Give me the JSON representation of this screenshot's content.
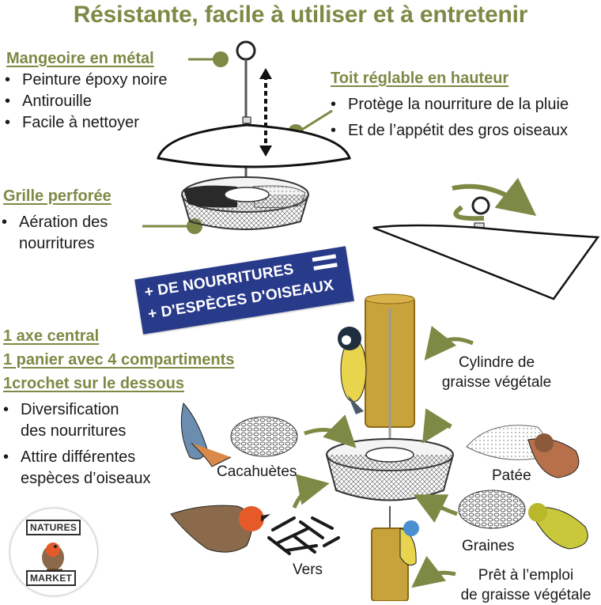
{
  "title": "Résistante, facile à utiliser et à entretenir",
  "sections": {
    "metal": {
      "heading": "Mangeoire en métal",
      "items": [
        "Peinture époxy noire",
        "Antirouille",
        "Facile à nettoyer"
      ]
    },
    "roof": {
      "heading": "Toit réglable en hauteur",
      "items": [
        "Protège la nourriture de la pluie",
        "Et de l’appétit des gros oiseaux"
      ]
    },
    "grid": {
      "heading": "Grille perforée",
      "items": [
        "Aération des",
        "nourritures"
      ]
    },
    "features": {
      "headings": [
        "1 axe central",
        "1 panier avec 4 compartiments",
        "1crochet sur le dessous"
      ],
      "items": [
        "Diversification",
        "des nourritures",
        "Attire différentes",
        "espèces d’oiseaux"
      ]
    }
  },
  "banner": {
    "line1": "+ DE NOURRITURES",
    "line2": "+ D'ESPÈCES D'OISEAUX"
  },
  "labels": {
    "cylinder_1": "Cylindre de",
    "cylinder_2": "graisse végétale",
    "peanuts": "Cacahuètes",
    "patee": "Patée",
    "seeds": "Graines",
    "worms": "Vers",
    "ready_1": "Prêt à l’emploi",
    "ready_2": "de graisse végétale"
  },
  "logo": {
    "top": "NATURES",
    "bottom": "MARKET"
  },
  "colors": {
    "accent": "#7d8a45",
    "banner": "#283a8a",
    "fat": "#c8a23a"
  }
}
